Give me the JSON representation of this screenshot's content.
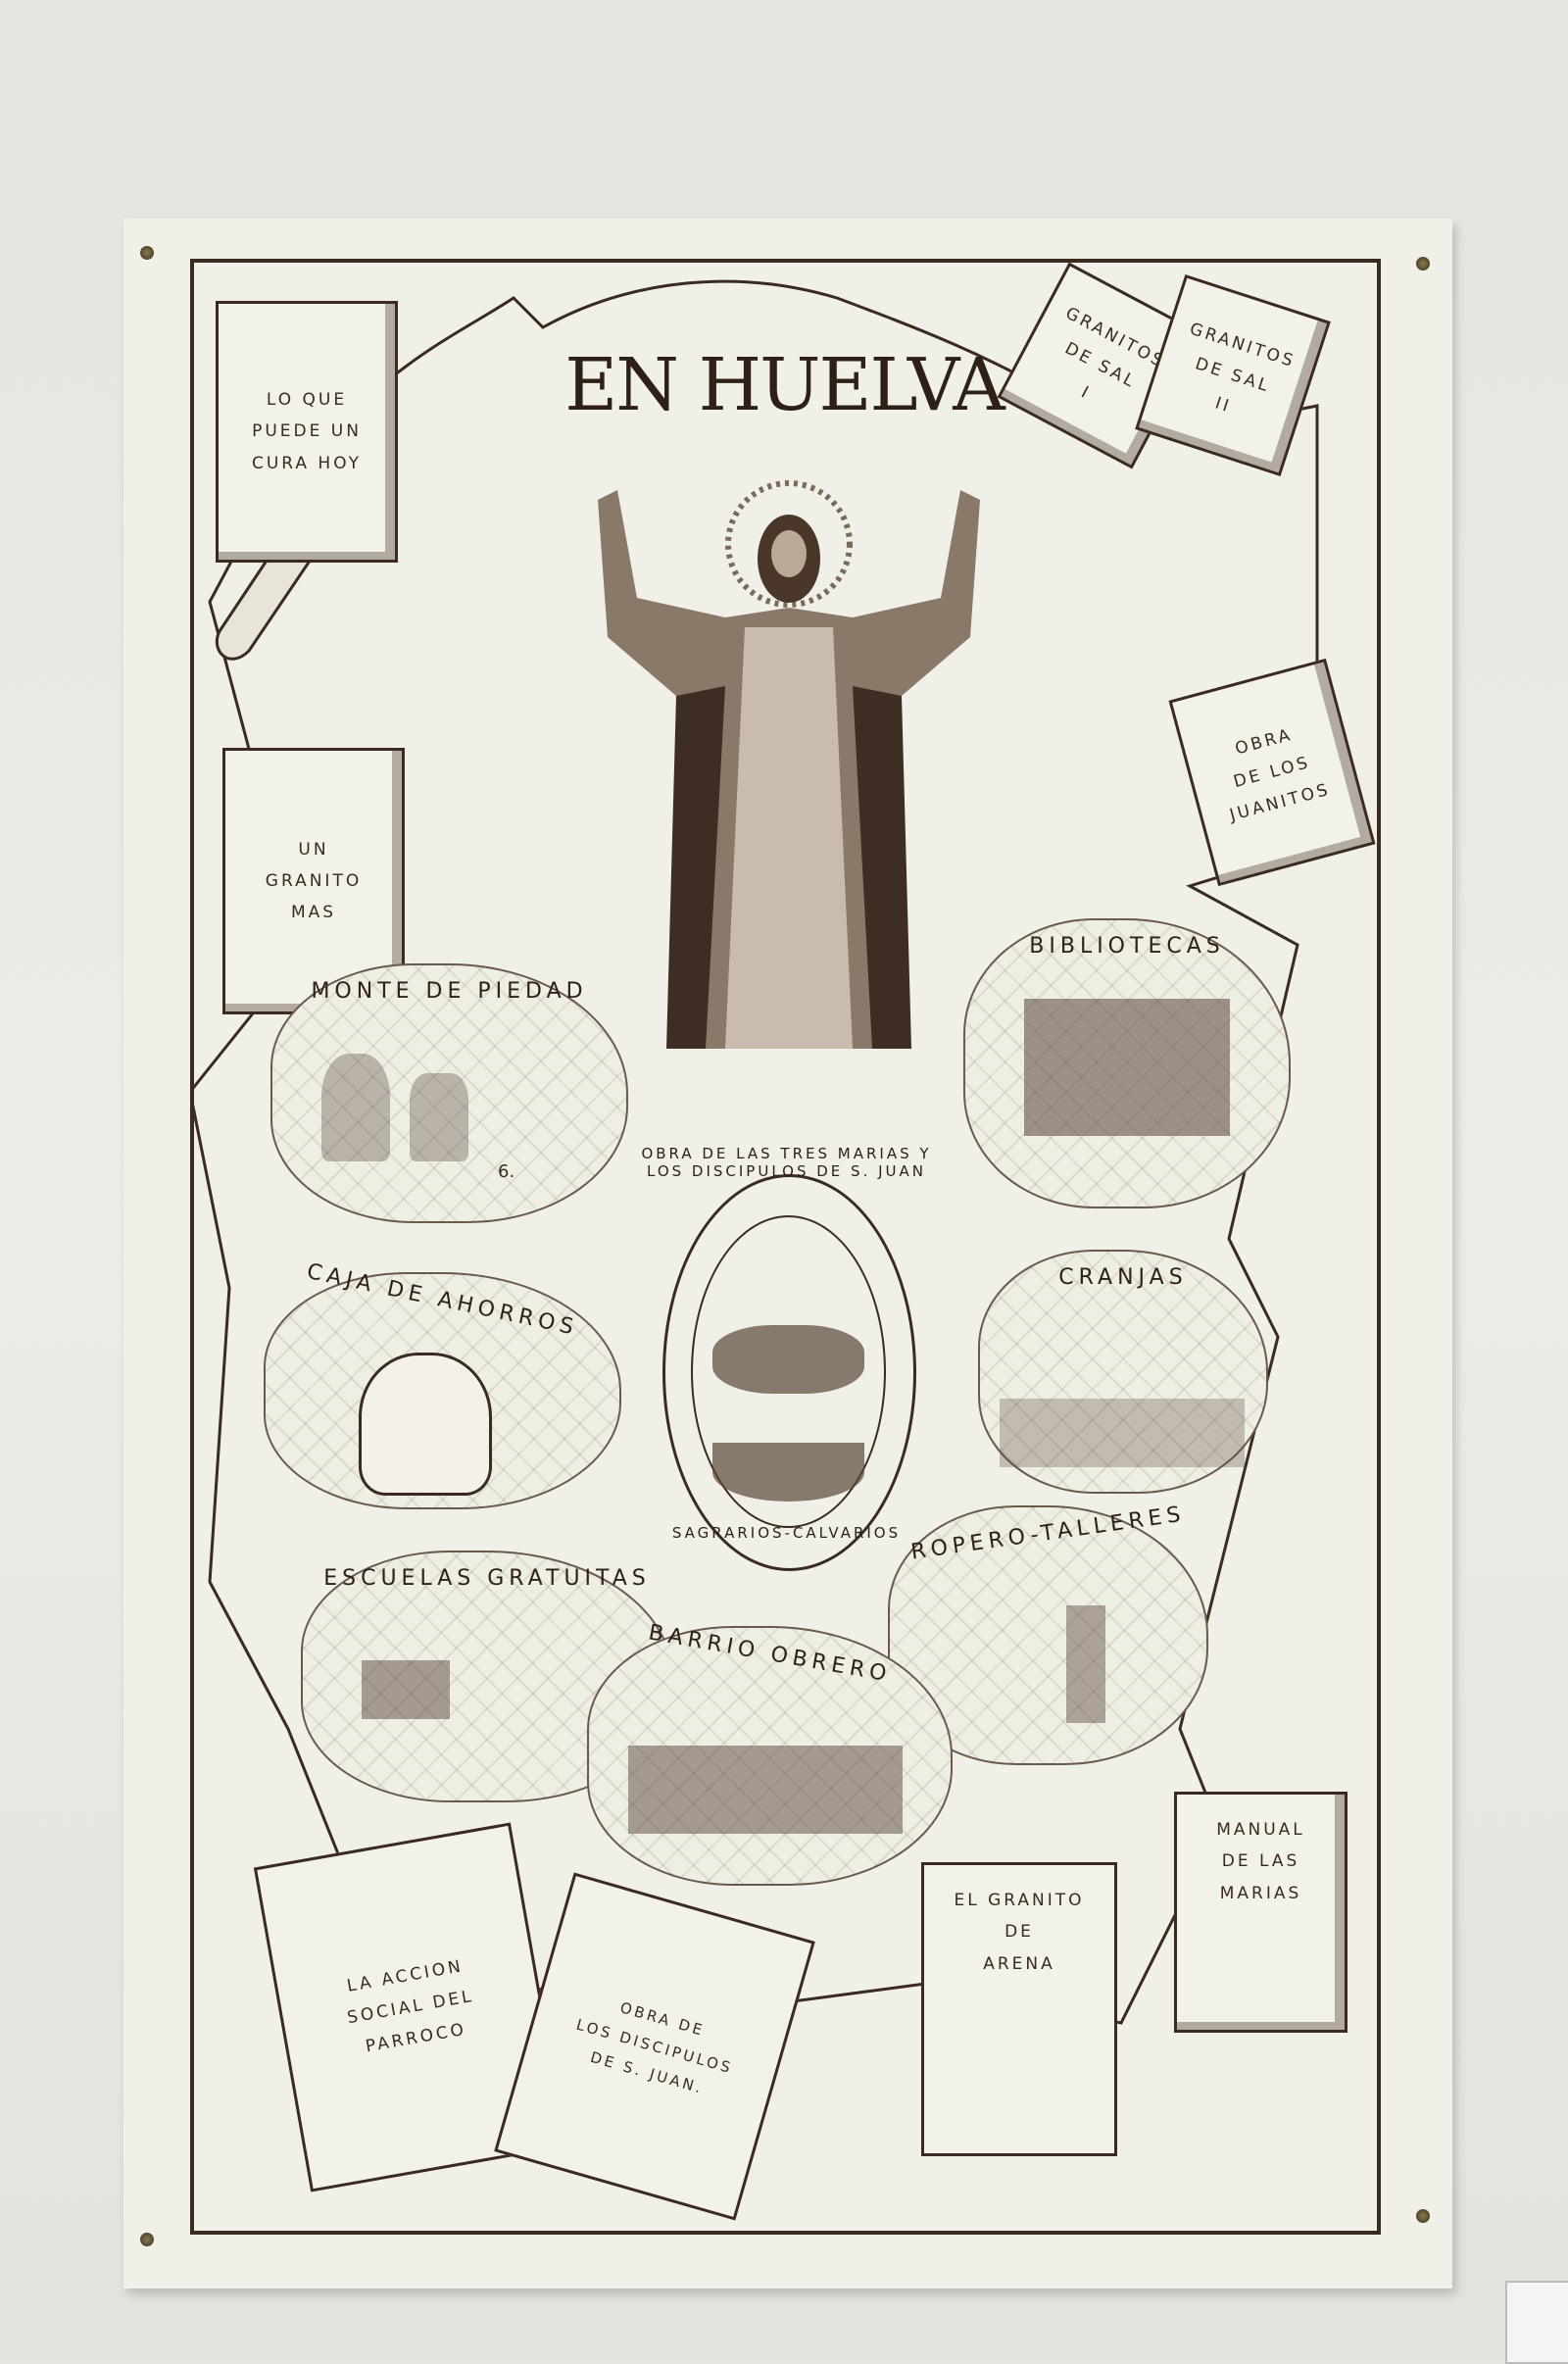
{
  "poster": {
    "title": "EN HUELVA",
    "books": {
      "cura_hoy": "LO QUE\nPUEDE UN\nCURA HOY",
      "granitos_sal_1": "GRANITOS\nDE SAL\nI",
      "granitos_sal_2": "GRANITOS\nDE SAL\nII",
      "juanitos": "OBRA\nDE LOS\nJUANITOS",
      "granito_mas": "UN\nGRANITO\nMAS",
      "accion_social": "LA ACCION\nSOCIAL DEL\nPARROCO",
      "discipulos": "OBRA DE\nLOS DISCIPULOS\nDE S. JUAN.",
      "granito_arena": "EL GRANITO\nDE\nARENA",
      "manual_marias": "MANUAL\nDE LAS\nMARIAS"
    },
    "vignettes": {
      "monte_piedad": "MONTE DE PIEDAD",
      "monte_piedad_tag": "6.",
      "bibliotecas": "BIBLIOTECAS",
      "caja_ahorros": "CAJA DE AHORROS",
      "granjas": "CRANJAS",
      "escuelas": "ESCUELAS GRATUITAS",
      "ropero": "ROPERO-TALLERES",
      "barrio": "BARRIO OBRERO"
    },
    "emblem": {
      "ring_text": "OBRA DE LAS TRES MARIAS Y LOS DISCIPULOS DE S. JUAN",
      "bottom_text": "SAGRARIOS-CALVARIOS"
    }
  },
  "colors": {
    "ink": "#3b2a20",
    "paper": "#f1f0e8",
    "wall": "#e6e6e2"
  }
}
